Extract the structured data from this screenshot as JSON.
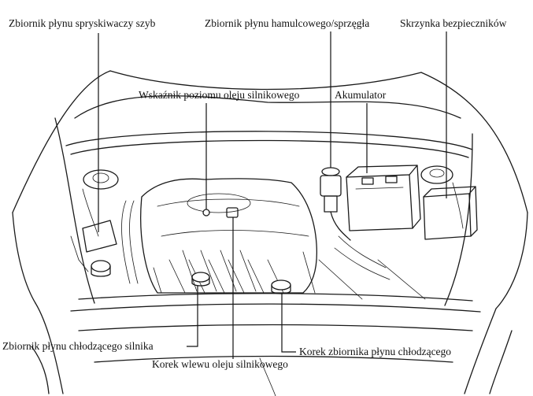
{
  "labels": {
    "washer_reservoir": "Zbiornik płynu spryskiwaczy szyb",
    "brake_clutch_reservoir": "Zbiornik płynu hamulcowego/sprzęgła",
    "fuse_box": "Skrzynka bezpieczników",
    "oil_dipstick": "Wskaźnik poziomu oleju silnikowego",
    "battery": "Akumulator",
    "coolant_reservoir": "Zbiornik płynu chłodzącego silnika",
    "oil_filler_cap": "Korek wlewu oleju silnikowego",
    "coolant_cap": "Korek zbiornika płynu chłodzącego"
  }
}
